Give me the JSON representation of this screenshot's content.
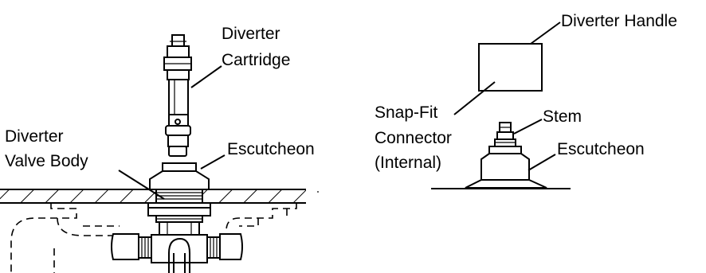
{
  "left_diagram": {
    "label_cartridge_line1": "Diverter",
    "label_cartridge_line2": "Cartridge",
    "label_valve_line1": "Diverter",
    "label_valve_line2": "Valve Body",
    "label_escutcheon": "Escutcheon"
  },
  "right_diagram": {
    "label_handle": "Diverter Handle",
    "label_snapfit_line1": "Snap-Fit",
    "label_snapfit_line2": "Connector",
    "label_snapfit_line3": "(Internal)",
    "label_stem": "Stem",
    "label_escutcheon": "Escutcheon"
  },
  "colors": {
    "ink": "#000000",
    "background": "#ffffff"
  }
}
